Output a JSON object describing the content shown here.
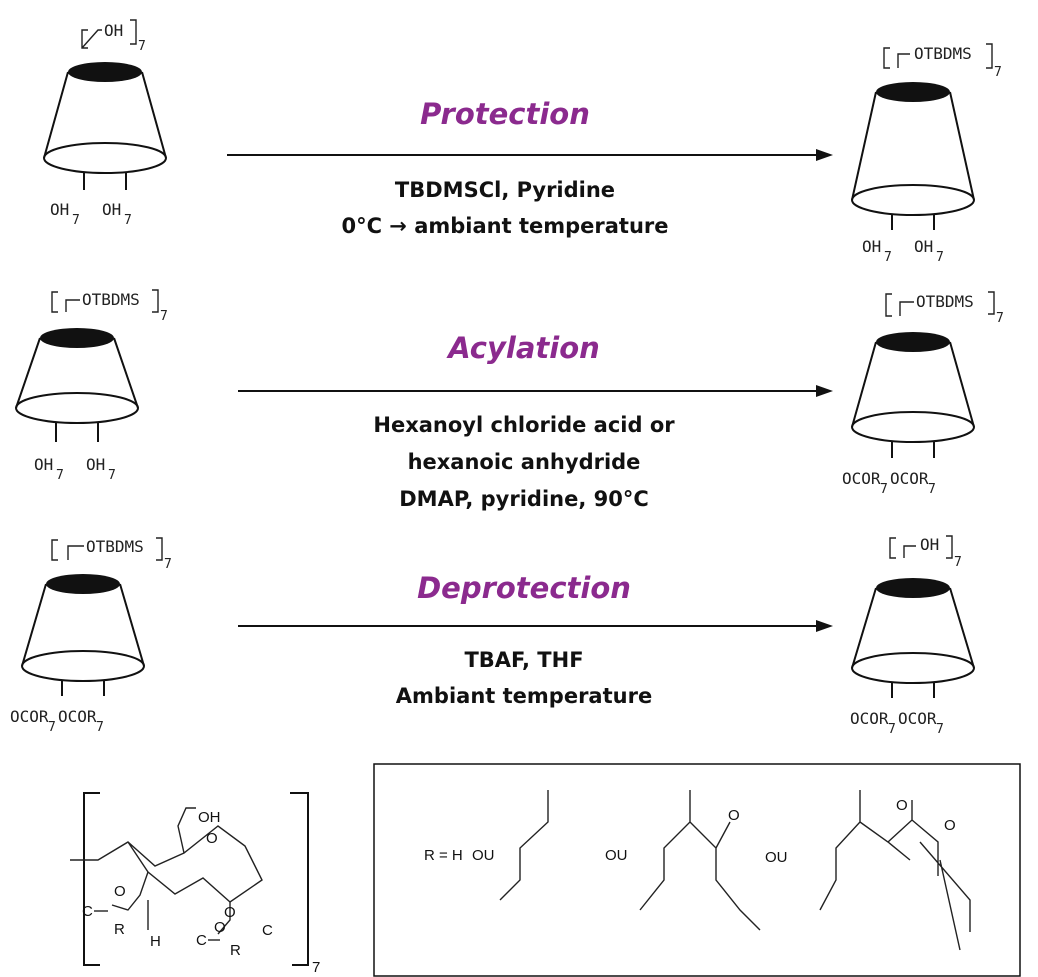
{
  "colors": {
    "step_label": "#8b2a8e",
    "ink": "#111111"
  },
  "steps": [
    {
      "name": "Protection",
      "conditions": [
        "TBDMSCl, Pyridine",
        "0°C → ambiant temperature"
      ]
    },
    {
      "name": "Acylation",
      "conditions": [
        "Hexanoyl chloride acid or",
        "hexanoic anhydride",
        "DMAP, pyridine, 90°C"
      ]
    },
    {
      "name": "Deprotection",
      "conditions": [
        "TBAF, THF",
        "Ambiant temperature"
      ]
    }
  ],
  "cones": {
    "p_left": {
      "top": "OH",
      "sub": "7",
      "bottom_left": "OH",
      "bottom_right": "OH"
    },
    "p_right": {
      "top": "OTBDMS",
      "sub": "7",
      "bottom_left": "OH",
      "bottom_right": "OH"
    },
    "a_left": {
      "top": "OTBDMS",
      "sub": "7",
      "bottom_left": "OH",
      "bottom_right": "OH"
    },
    "a_right": {
      "top": "OTBDMS",
      "sub": "7",
      "bottom_left": "OCOR",
      "bottom_right": "OCOR"
    },
    "d_left": {
      "top": "OTBDMS",
      "sub": "7",
      "bottom_left": "OCOR",
      "bottom_right": "OCOR"
    },
    "d_right": {
      "top": "OH",
      "sub": "7",
      "bottom_left": "OCOR",
      "bottom_right": "OCOR"
    }
  },
  "glucose_unit": {
    "oh": "OH",
    "ring_o": "O",
    "o1": "O",
    "c1": "C",
    "r1": "R",
    "h": "H",
    "o2": "O",
    "c2": "C",
    "o3": "O",
    "r2": "R",
    "c3": "C",
    "repeat": "7"
  },
  "r_groups": {
    "label": "R = H",
    "or1": "OU",
    "or2": "OU",
    "or3": "OU",
    "o_a": "O",
    "o_b": "O",
    "o_c": "O"
  }
}
